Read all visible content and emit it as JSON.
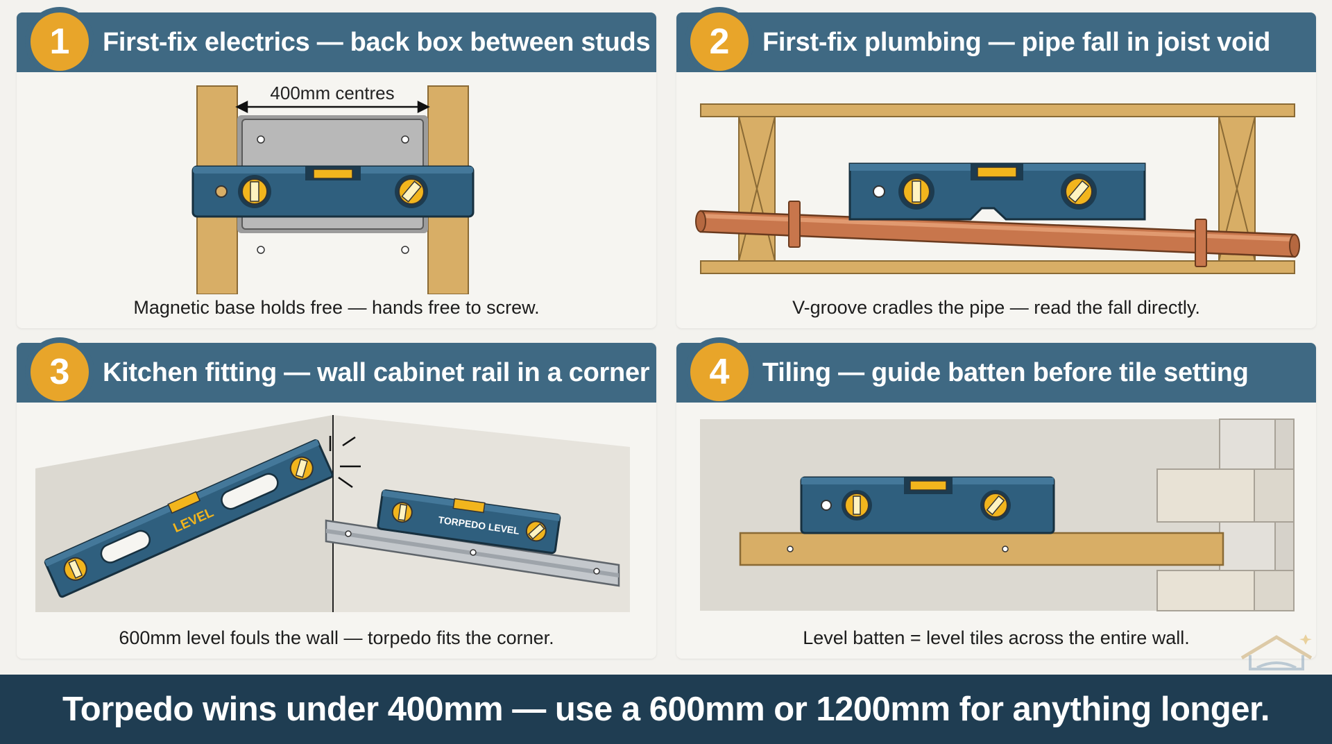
{
  "panels": [
    {
      "number": "1",
      "title": "First-fix electrics — back box between studs",
      "annotation": "400mm centres",
      "caption": "Magnetic base holds free — hands free to screw."
    },
    {
      "number": "2",
      "title": "First-fix plumbing — pipe fall in joist void",
      "caption": "V-groove cradles the pipe — read the fall directly."
    },
    {
      "number": "3",
      "title": "Kitchen fitting — wall cabinet rail in a corner",
      "long_level_label": "LEVEL",
      "torpedo_label": "TORPEDO LEVEL",
      "caption": "600mm level fouls the wall — torpedo fits the corner."
    },
    {
      "number": "4",
      "title": "Tiling — guide batten before tile setting",
      "caption": "Level batten = level tiles across the entire wall."
    }
  ],
  "footer": "Torpedo wins under 400mm — use a 600mm or 1200mm for anything longer.",
  "icons": {
    "level": "spirit-level-icon",
    "logo": "house-book-logo-icon",
    "collision": "collision-burst-icon"
  },
  "colors": {
    "header_blue": "#3f6983",
    "badge_orange": "#e8a52a",
    "footer_navy": "#1f3d52",
    "level_blue": "#2f5f7e",
    "vial_yellow": "#f2b51d",
    "timber": "#d8ae66",
    "copper": "#c8764c"
  }
}
